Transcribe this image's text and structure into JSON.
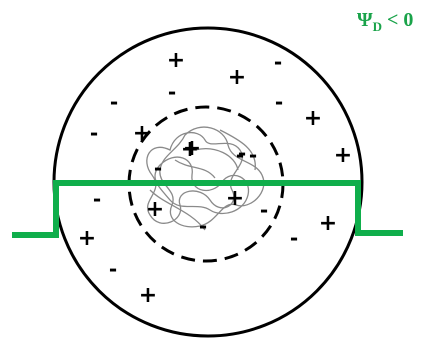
{
  "label": {
    "psi": "Ψ",
    "subscript": "D",
    "relation": " < 0",
    "color": "#1aa34a"
  },
  "colors": {
    "line": "#000000",
    "potential": "#0fae4b",
    "coil": "#8a8a8a"
  },
  "charges": [
    "+",
    "+",
    "-",
    "-",
    "-",
    "+",
    "-",
    "-",
    "+",
    "-",
    "+",
    "-",
    "+",
    "-",
    "+",
    "-",
    "+",
    "-",
    "-",
    "-",
    "+",
    "+",
    "-",
    "+",
    "-",
    "+"
  ]
}
